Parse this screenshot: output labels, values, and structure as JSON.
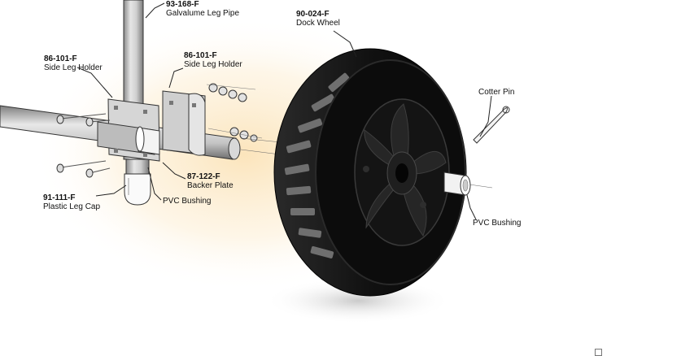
{
  "parts": [
    {
      "id": "galvalume-leg-pipe",
      "part_number": "93-168-F",
      "name": "Galvalume Leg Pipe"
    },
    {
      "id": "side-leg-holder-left",
      "part_number": "86-101-F",
      "name": "Side Leg Holder"
    },
    {
      "id": "side-leg-holder-right",
      "part_number": "86-101-F",
      "name": "Side Leg Holder"
    },
    {
      "id": "dock-wheel",
      "part_number": "90-024-F",
      "name": "Dock Wheel"
    },
    {
      "id": "backer-plate",
      "part_number": "87-122-F",
      "name": "Backer Plate"
    },
    {
      "id": "plastic-leg-cap",
      "part_number": "91-111-F",
      "name": "Plastic Leg Cap"
    },
    {
      "id": "pvc-bushing-left",
      "part_number": "",
      "name": "PVC Bushing"
    },
    {
      "id": "pvc-bushing-right",
      "part_number": "",
      "name": "PVC Bushing"
    },
    {
      "id": "cotter-pin",
      "part_number": "",
      "name": "Cotter Pin"
    }
  ],
  "colors": {
    "glow": "#fbe3b8",
    "tire": "#121212",
    "tread_highlight": "#8a8a8a",
    "metal": "#c8c8c8",
    "metal_dark": "#8d8d8d",
    "leader": "#222222",
    "bushing": "#f3f3f3"
  }
}
